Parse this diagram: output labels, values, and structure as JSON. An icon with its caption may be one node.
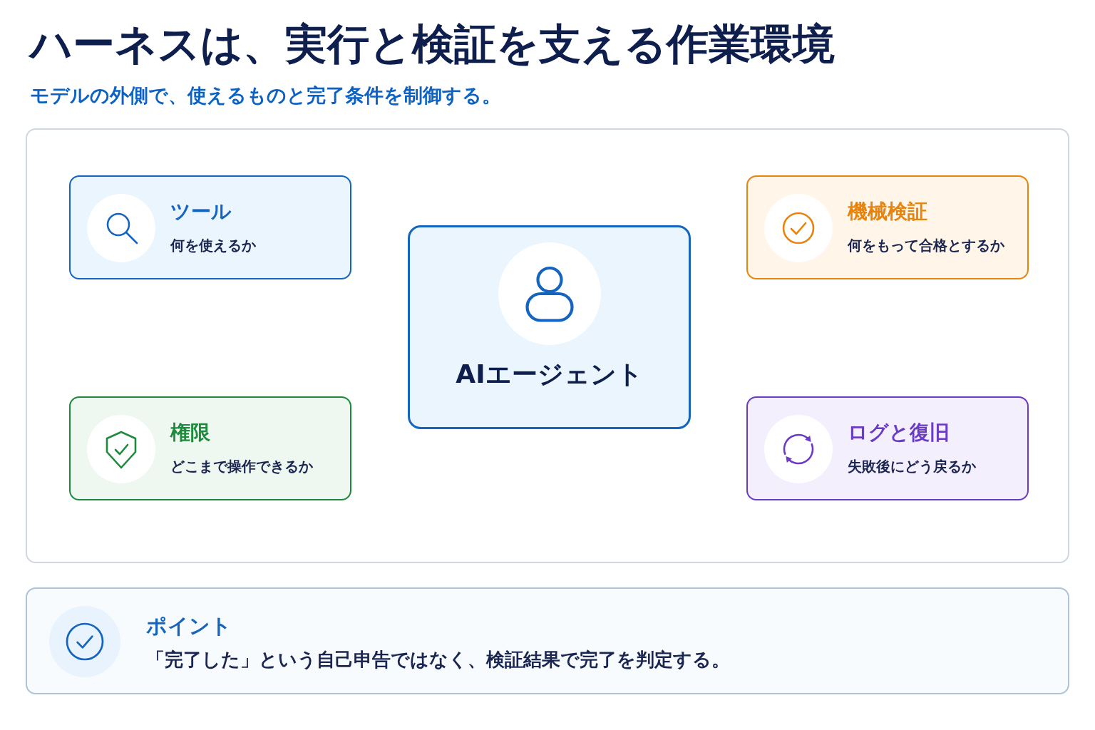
{
  "diagram": {
    "title": "ハーネスは、実行と検証を支える作業環境",
    "nodes": [
      {
        "text": [],
        "shape": "box"
      },
      {
        "text": [
          "ツール",
          "何を使えるか"
        ],
        "in": 0
      },
      {
        "text": [
          "AIエージェント"
        ],
        "in": 0
      },
      {
        "text": [
          "機械検証",
          "何をもって合格とするか"
        ],
        "in": 0
      },
      {
        "text": [
          "権限",
          "どこまで操作できるか"
        ],
        "in": 0
      },
      {
        "text": [
          "ログと復旧",
          "失敗後にどう戻るか"
        ],
        "in": 0
      },
      {
        "text": [
          "ポイント",
          "「完了した」という自己申告ではなく、検証結果で完了を判定する。"
        ]
      }
    ],
    "labels": [
      "モデルの外側で、使えるものと完了条件を制御する。"
    ]
  }
}
